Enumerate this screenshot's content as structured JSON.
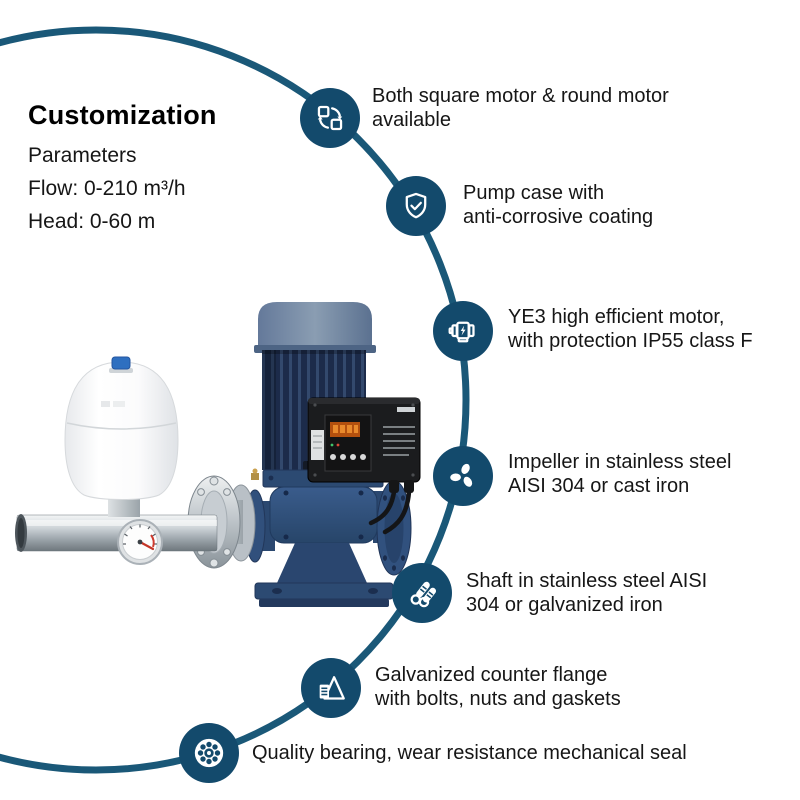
{
  "info": {
    "heading": "Customization",
    "line1": "Parameters",
    "line2": "Flow: 0-210 m³/h",
    "line3": "Head: 0-60 m"
  },
  "features": [
    {
      "icon": "swap-motor-icon",
      "lines": [
        "Both square motor & round motor",
        "available"
      ]
    },
    {
      "icon": "shield-check-icon",
      "lines": [
        "Pump case with",
        "anti-corrosive coating"
      ]
    },
    {
      "icon": "electric-motor-icon",
      "lines": [
        "YE3 high efficient motor,",
        "with protection IP55 class F"
      ]
    },
    {
      "icon": "impeller-icon",
      "lines": [
        "Impeller in stainless steel",
        "AISI 304 or cast iron"
      ]
    },
    {
      "icon": "shaft-icon",
      "lines": [
        "Shaft in stainless steel AISI",
        "304 or galvanized iron"
      ]
    },
    {
      "icon": "flange-icon",
      "lines": [
        "Galvanized counter flange",
        "with bolts, nuts and gaskets"
      ]
    },
    {
      "icon": "bearing-icon",
      "lines": [
        "Quality bearing, wear resistance mechanical seal"
      ]
    }
  ],
  "colors": {
    "ring": "#1a5878",
    "icon_bg": "#134a6c",
    "text": "#1a1a1a",
    "tank_cap": "#2e6fc0",
    "motor_navy": "#1c2b4a",
    "pump_blue": "#2c4a72",
    "vfd_black": "#1b1c1e",
    "gauge_needle": "#c43527"
  }
}
